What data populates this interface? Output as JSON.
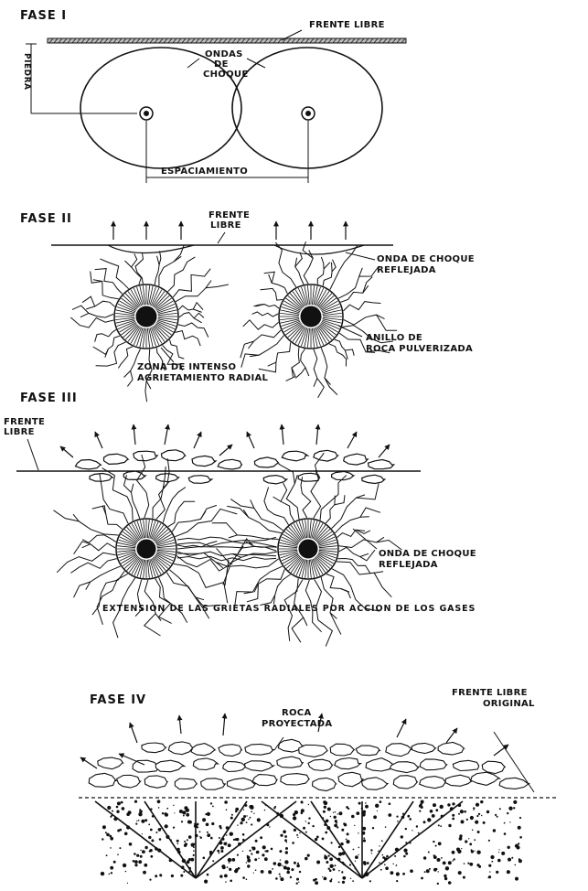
{
  "phase1": {
    "title": "FASE I",
    "free_face": "FRENTE LIBRE",
    "shock_waves_l1": "ONDAS",
    "shock_waves_l2": "DE",
    "shock_waves_l3": "CHOQUE",
    "burden": "PIEDRA",
    "spacing": "ESPACIAMIENTO"
  },
  "phase2": {
    "title": "FASE II",
    "free_face_l1": "FRENTE",
    "free_face_l2": "LIBRE",
    "reflected_wave_l1": "ONDA DE CHOQUE",
    "reflected_wave_l2": "REFLEJADA",
    "ring_l1": "ANILLO DE",
    "ring_l2": "ROCA PULVERIZADA",
    "zone_l1": "ZONA DE INTENSO",
    "zone_l2": "AGRIETAMIENTO RADIAL"
  },
  "phase3": {
    "title": "FASE III",
    "free_face_l1": "FRENTE",
    "free_face_l2": "LIBRE",
    "reflected_wave_l1": "ONDA DE CHOQUE",
    "reflected_wave_l2": "REFLEJADA",
    "gas_extension": "EXTENSION DE LAS GRIETAS RADIALES POR ACCION DE LOS GASES"
  },
  "phase4": {
    "title": "FASE IV",
    "thrown_rock_l1": "ROCA",
    "thrown_rock_l2": "PROYECTADA",
    "original_face_l1": "FRENTE LIBRE",
    "original_face_l2": "ORIGINAL"
  },
  "colors": {
    "ink": "#111111",
    "paper": "#ffffff",
    "shade": "#d9d9d9"
  }
}
